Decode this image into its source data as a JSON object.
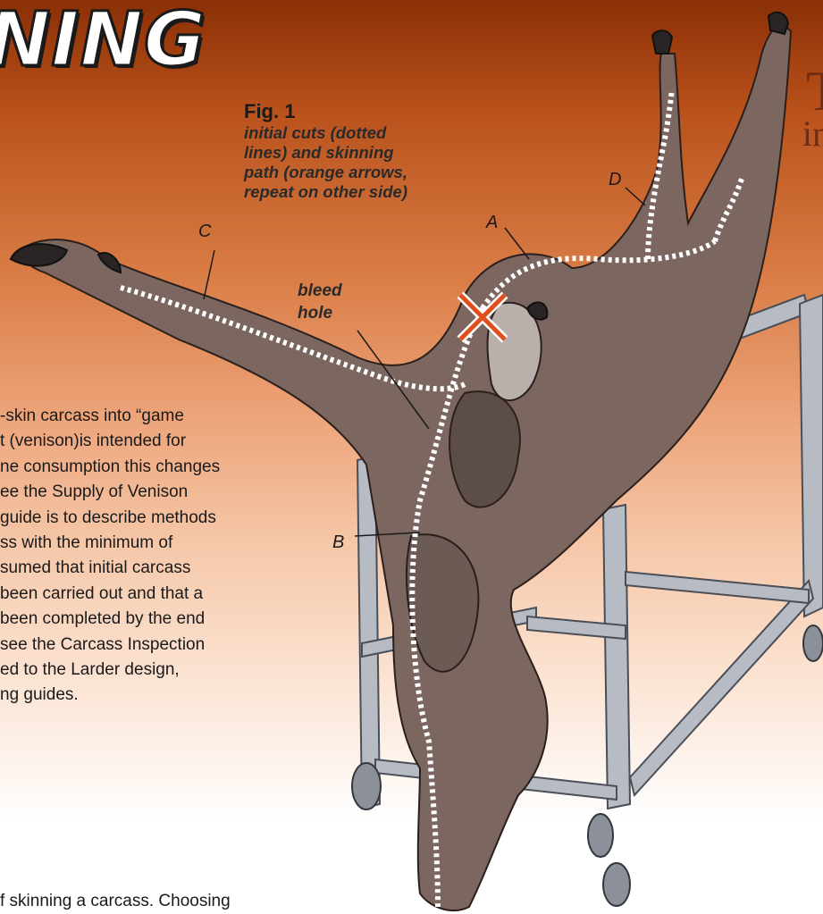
{
  "page": {
    "title": "NING",
    "right_title": {
      "big": "T",
      "small": "in"
    }
  },
  "figure": {
    "title": "Fig. 1",
    "caption_lines": [
      "initial cuts (dotted",
      "lines) and skinning",
      "path (orange arrows,",
      "repeat on other side)"
    ],
    "labels": {
      "a": "A",
      "b": "B",
      "c": "C",
      "d": "D"
    },
    "bleed_hole": [
      "bleed",
      "hole"
    ]
  },
  "body_lines": [
    "-skin carcass into “game",
    "t (venison)is intended for",
    "ne consumption this changes",
    "ee the Supply of Venison",
    "guide is to describe methods",
    "ss with the minimum of",
    "sumed that initial carcass",
    "been carried out and that a",
    "been completed by the end",
    " see the Carcass Inspection",
    "ed to the Larder design,",
    "ng guides."
  ],
  "bottom_line": "f skinning a carcass. Choosing",
  "colors": {
    "background_top": "#8a2f06",
    "carcass": "#7d6a64",
    "rack": "#b7bcc4",
    "cut_line": "#ffffff",
    "cross_mark": "#e0501c"
  }
}
